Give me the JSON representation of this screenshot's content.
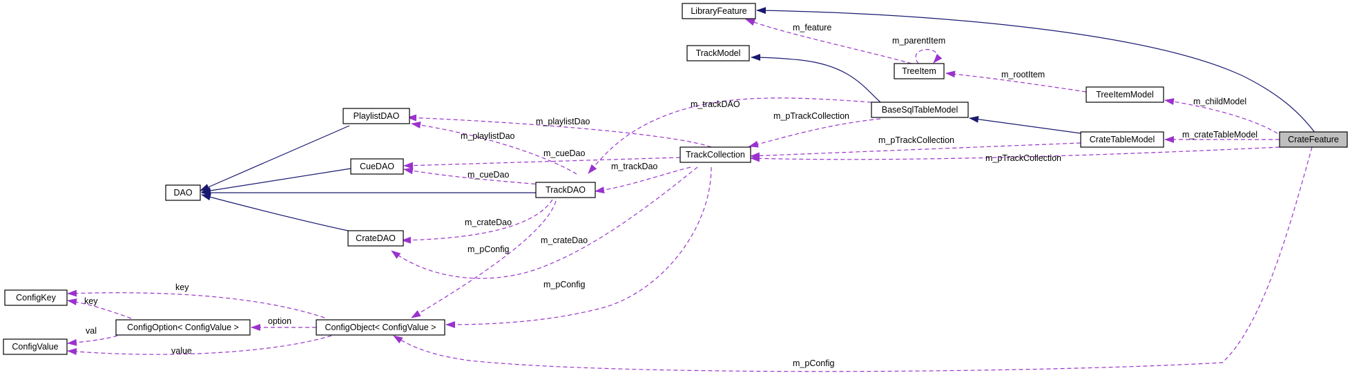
{
  "diagram": {
    "colors": {
      "inheritance": "#191970",
      "usage": "#9a32cd",
      "focus_fill": "#bfbfbf"
    },
    "nodes": [
      {
        "id": "libraryfeature",
        "label": "LibraryFeature"
      },
      {
        "id": "trackmodel",
        "label": "TrackModel"
      },
      {
        "id": "treeitem",
        "label": "TreeItem"
      },
      {
        "id": "treeitemmodel",
        "label": "TreeItemModel"
      },
      {
        "id": "basesqltablemodel",
        "label": "BaseSqlTableModel"
      },
      {
        "id": "cratetablemodel",
        "label": "CrateTableModel"
      },
      {
        "id": "cratefeature",
        "label": "CrateFeature"
      },
      {
        "id": "playlistdao",
        "label": "PlaylistDAO"
      },
      {
        "id": "cuedao",
        "label": "CueDAO"
      },
      {
        "id": "dao",
        "label": "DAO"
      },
      {
        "id": "trackdao",
        "label": "TrackDAO"
      },
      {
        "id": "trackcollection",
        "label": "TrackCollection"
      },
      {
        "id": "cratedao",
        "label": "CrateDAO"
      },
      {
        "id": "configkey",
        "label": "ConfigKey"
      },
      {
        "id": "configoption",
        "label": "ConfigOption< ConfigValue >"
      },
      {
        "id": "configobject",
        "label": "ConfigObject< ConfigValue >"
      },
      {
        "id": "configvalue",
        "label": "ConfigValue"
      }
    ],
    "edge_labels": [
      {
        "id": "m-feature",
        "label": "m_feature"
      },
      {
        "id": "m-parentitem",
        "label": "m_parentItem"
      },
      {
        "id": "m-rootitem",
        "label": "m_rootItem"
      },
      {
        "id": "m-childmodel",
        "label": "m_childModel"
      },
      {
        "id": "m-tracldao-top",
        "label": "m_trackDAO"
      },
      {
        "id": "m-ptrackcollection-1",
        "label": "m_pTrackCollection"
      },
      {
        "id": "m-playlistdao-1",
        "label": "m_playlistDao"
      },
      {
        "id": "m-playlistdao-2",
        "label": "m_playlistDao"
      },
      {
        "id": "m-ptrackcollection-2",
        "label": "m_pTrackCollection"
      },
      {
        "id": "m-cratetablemodel",
        "label": "m_crateTableModel"
      },
      {
        "id": "m-cuedao-1",
        "label": "m_cueDao"
      },
      {
        "id": "m-ptrackcollection-3",
        "label": "m_pTrackCollection"
      },
      {
        "id": "m-cuedao-2",
        "label": "m_cueDao"
      },
      {
        "id": "m-trackdao",
        "label": "m_trackDao"
      },
      {
        "id": "m-cratedao-1",
        "label": "m_crateDao"
      },
      {
        "id": "m-cratedao-2",
        "label": "m_crateDao"
      },
      {
        "id": "m-pconfig-1",
        "label": "m_pConfig"
      },
      {
        "id": "m-pconfig-2",
        "label": "m_pConfig"
      },
      {
        "id": "key-1",
        "label": "key"
      },
      {
        "id": "key-2",
        "label": "key"
      },
      {
        "id": "option",
        "label": "option"
      },
      {
        "id": "val",
        "label": "val"
      },
      {
        "id": "value",
        "label": "value"
      },
      {
        "id": "m-pconfig-3",
        "label": "m_pConfig"
      }
    ]
  }
}
